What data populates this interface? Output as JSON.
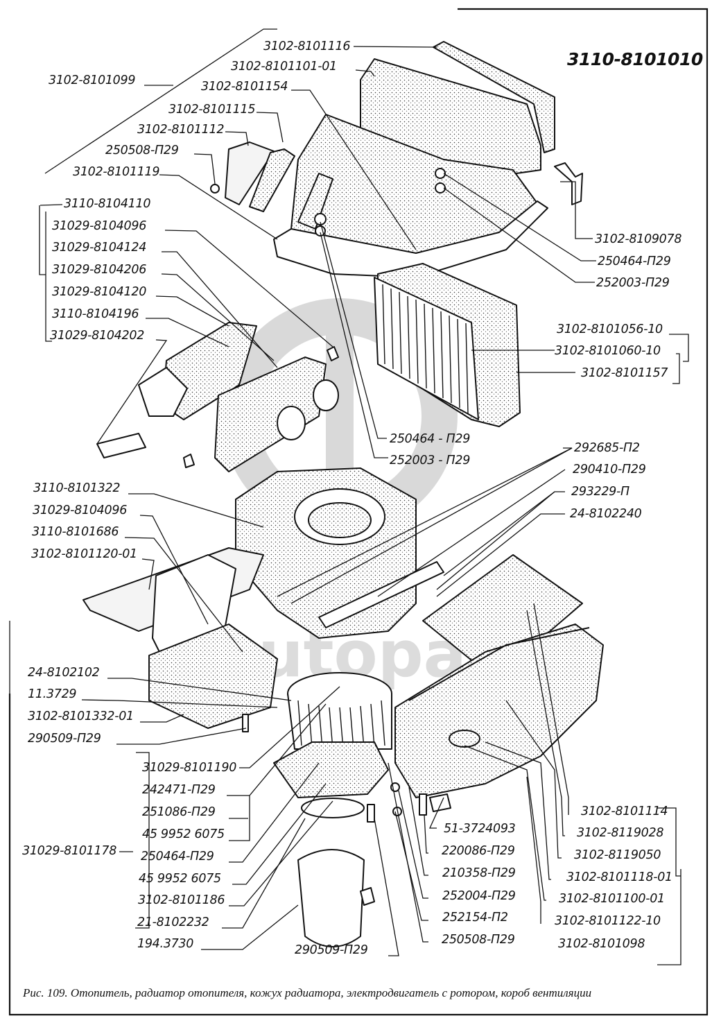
{
  "assembly_number": "3110-8101010",
  "caption": "Рис. 109. Отопитель, радиатор отопителя, кожух радиатора, электродвигатель с ротором, короб вентиляции",
  "watermark": "autoparts",
  "labels": {
    "top_left": [
      "3102-8101116",
      "3102-8101101-01",
      "3102-8101099",
      "3102-8101154",
      "3102-8101115",
      "3102-8101112",
      "250508-П29",
      "3102-8101119"
    ],
    "air_duct_group_parent": "3110-8104110",
    "air_duct_group": [
      "31029-8104096",
      "31029-8104124",
      "31029-8104206",
      "31029-8104120",
      "3110-8104196",
      "31029-8104202"
    ],
    "top_right": [
      "3102-8109078",
      "250464-П29",
      "252003-П29"
    ],
    "radiator_group": [
      "3102-8101056-10",
      "3102-8101060-10",
      "3102-8101157"
    ],
    "center": [
      "250464 - П29",
      "252003 - П29"
    ],
    "middle_right": [
      "292685-П2",
      "290410-П29",
      "293229-П",
      "24-8102240"
    ],
    "middle_left": [
      "3110-8101322",
      "31029-8104096",
      "3110-8101686",
      "3102-8101120-01"
    ],
    "lower_left": [
      "24-8102102",
      "11.3729",
      "3102-8101332-01",
      "290509-П29"
    ],
    "motor_group_parent": "31029-8101178",
    "motor_group": [
      "31029-8101190",
      "242471-П29",
      "251086-П29",
      "45 9952 6075",
      "250464-П29",
      "45 9952 6075",
      "3102-8101186",
      "21-8102232",
      "194.3730"
    ],
    "bottom_center": "290509-П29",
    "bottom_fasteners": [
      "51-3724093",
      "220086-П29",
      "210358-П29",
      "252004-П29",
      "252154-П2",
      "250508-П29"
    ],
    "vent_box_group": [
      "3102-8101114",
      "3102-8119028",
      "3102-8119050",
      "3102-8101118-01",
      "3102-8101100-01",
      "3102-8101122-10",
      "3102-8101098"
    ]
  }
}
